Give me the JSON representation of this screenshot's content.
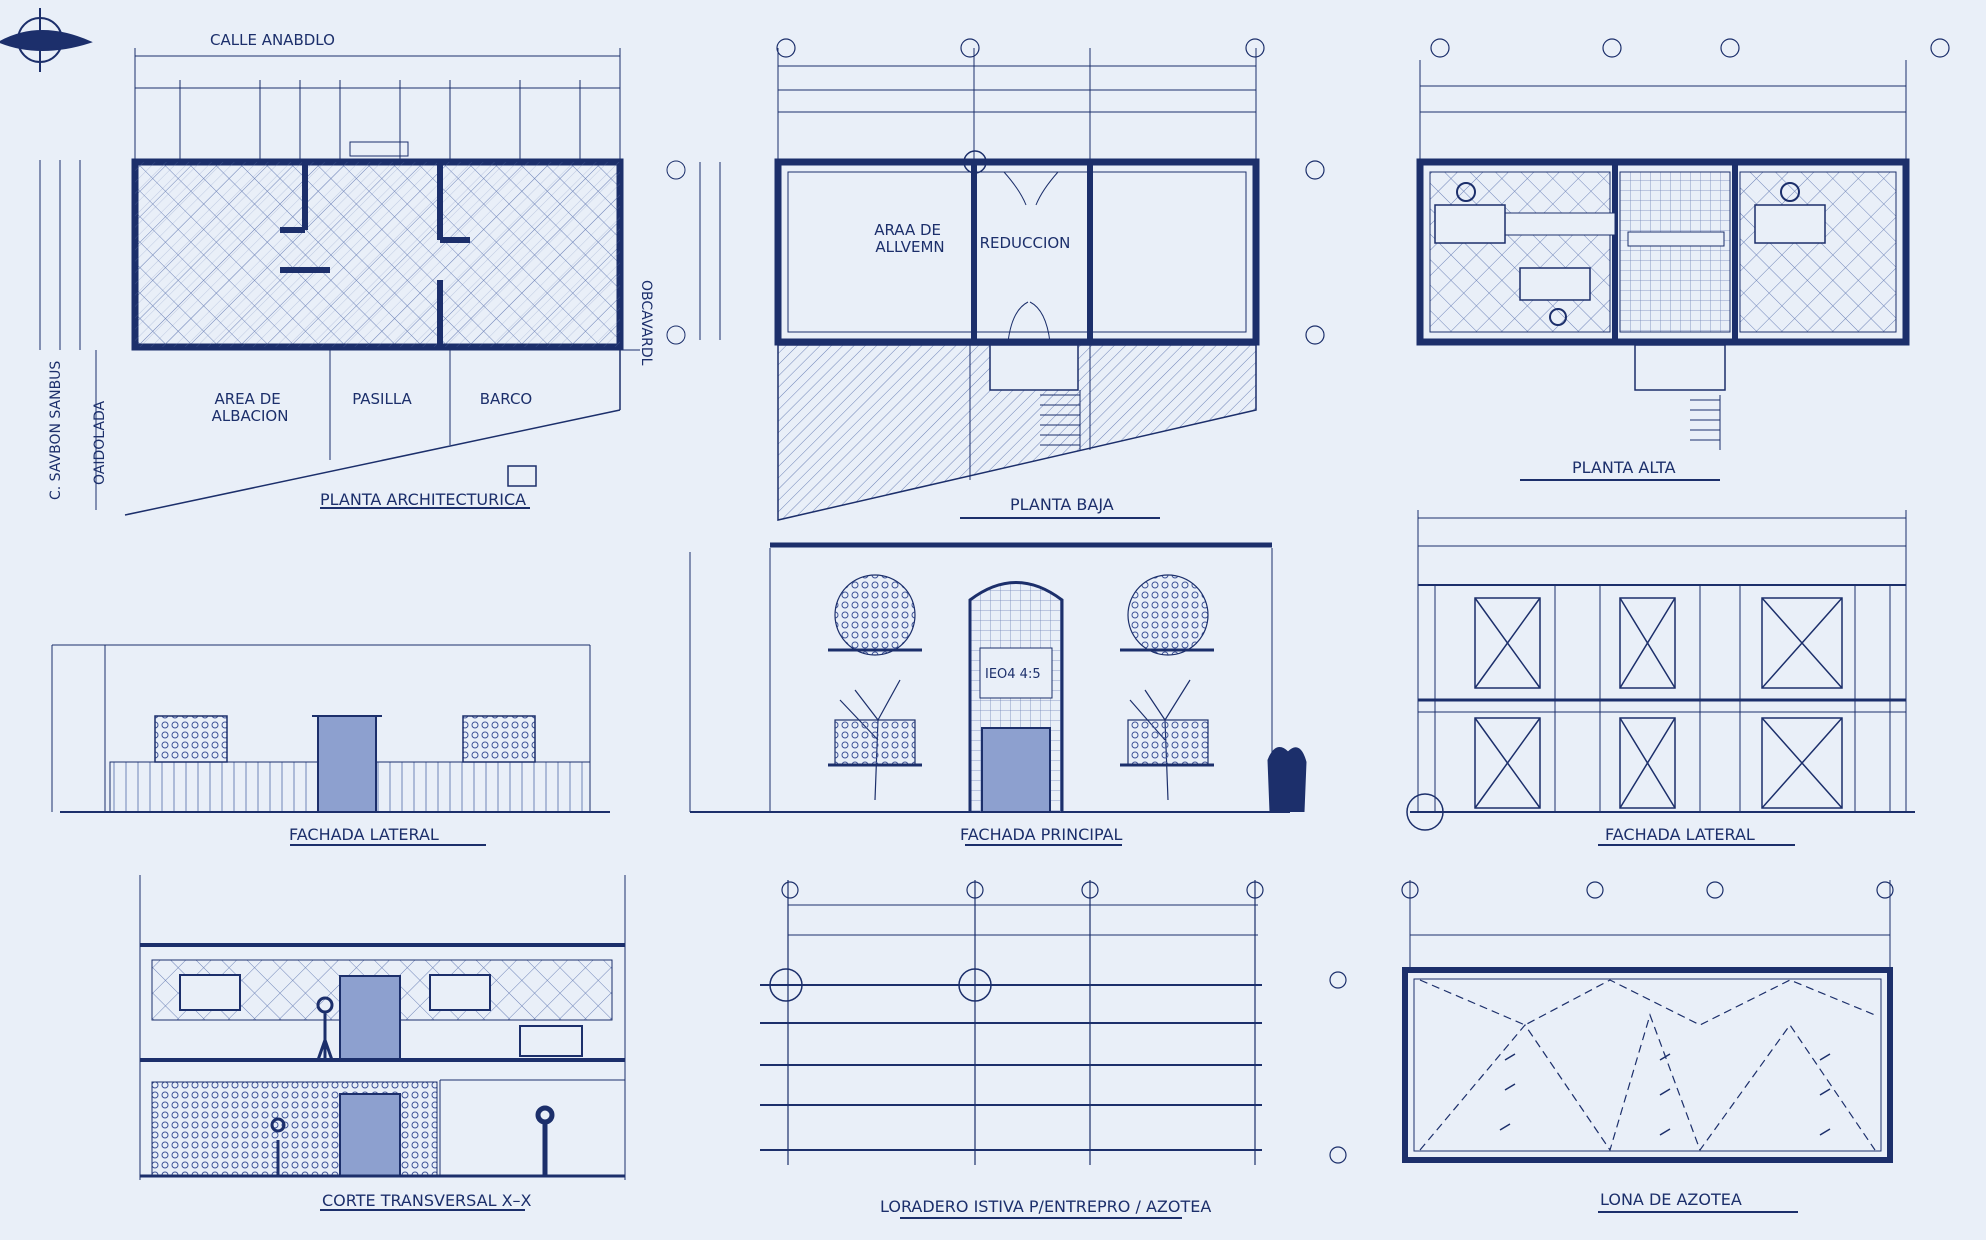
{
  "sheet": {
    "colors": {
      "background": "#e9eff8",
      "ink": "#1c2f6b",
      "hatch": "#6f84b8",
      "light": "#aab7d6"
    },
    "icons": [
      "north-arrow-icon",
      "section-marker-icon",
      "grid-axis-bubble-icon"
    ]
  },
  "planta_arq": {
    "street_top": "CALLE ANABDLO",
    "street_left_1": "C. SAVBON SANBUS",
    "street_left_2": "OAIDOLADA",
    "street_right": "OBCAVARDL",
    "rooms": [
      "AREA DE\nALBACION",
      "PASILLA",
      "BARCO"
    ],
    "title": "PLANTA ARCHITECTURICA"
  },
  "planta_baja": {
    "rooms": [
      "ARAA DE\nALLVEMN",
      "REDUCCION"
    ],
    "title": "PLANTA BAJA"
  },
  "planta_alta": {
    "title": "PLANTA ALTA"
  },
  "fachada_lateral_1": {
    "title": "FACHADA LATERAL"
  },
  "fachada_principal": {
    "sign": "IEO4 4:5",
    "title": "FACHADA PRINCIPAL"
  },
  "fachada_lateral_2": {
    "title": "FACHADA LATERAL"
  },
  "corte": {
    "title": "CORTE TRANSVERSAL  X–X"
  },
  "losa": {
    "title": "LORADERO ISTIVA P/ENTREPRO / AZOTEA"
  },
  "lona": {
    "title": "LONA DE AZOTEA"
  }
}
